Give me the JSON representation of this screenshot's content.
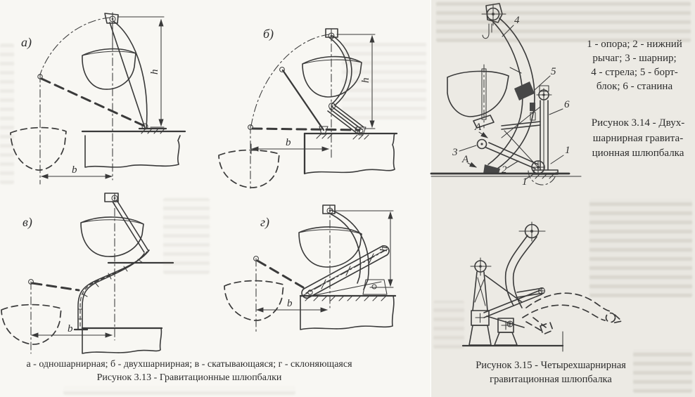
{
  "fig313": {
    "panel_a_label": "а)",
    "panel_b_label": "б)",
    "panel_v_label": "в)",
    "panel_g_label": "г)",
    "dim_h": "h",
    "dim_b": "b",
    "caption_line1": "а - одношарнирная; б - двухшарнирная; в - скатывающаяся; г - склоняющаяся",
    "caption_line2": "Рисунок 3.13 - Гравитационные шлюпбалки"
  },
  "fig314": {
    "legend_line1": "1 - опора; 2 - нижний",
    "legend_line2": "рычаг; 3 - шарнир;",
    "legend_line3": "4 - стрела; 5 - борт-",
    "legend_line4": "блок; 6 - станина",
    "caption_line1": "Рисунок 3.14 - Двух-",
    "caption_line2": "шарнирная гравита-",
    "caption_line3": "ционная шлюпбалка",
    "label_boom": "4",
    "label_block": "5",
    "label_frame": "6",
    "label_support": "1",
    "label_lever": "2",
    "label_hinge": "3",
    "label_section_a_top": "А",
    "label_section_a_bottom": "А",
    "label_support_detail": "1"
  },
  "fig315": {
    "caption_line1": "Рисунок 3.15 - Четырехшарнирная",
    "caption_line2": "гравитационная шлюпбалка"
  }
}
